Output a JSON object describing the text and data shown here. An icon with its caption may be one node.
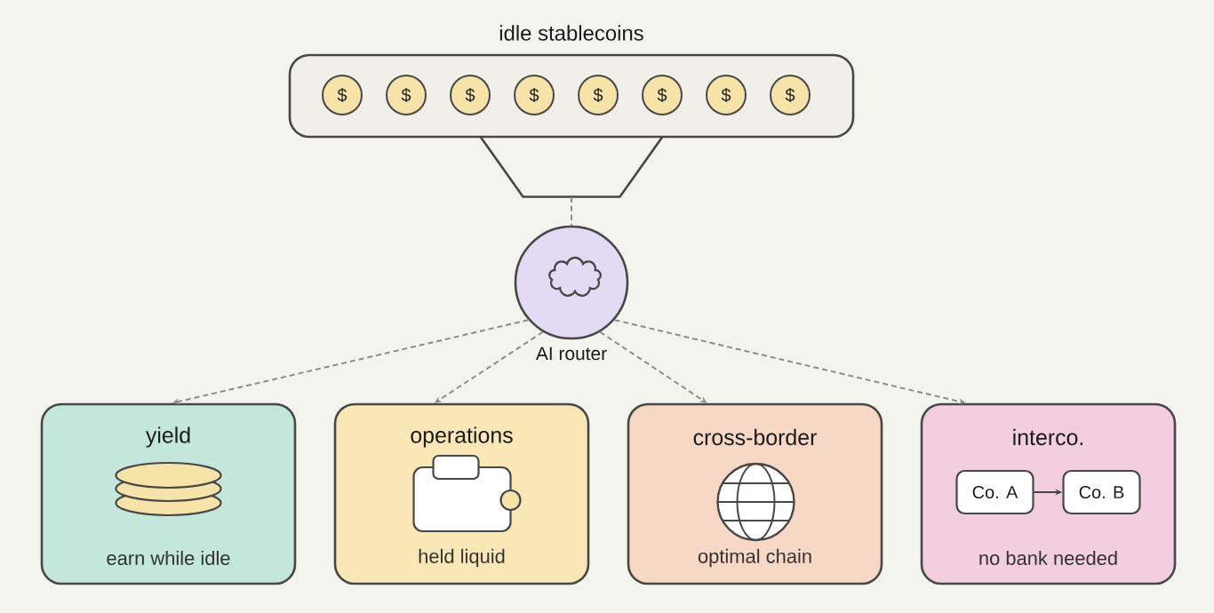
{
  "diagram": {
    "nodes": [
      {
        "text": [
          "idle stablecoins"
        ]
      },
      {
        "text": [
          "$"
        ],
        "in": 0
      },
      {
        "text": [
          "$"
        ],
        "in": 0
      },
      {
        "text": [
          "$"
        ],
        "in": 0
      },
      {
        "text": [
          "$"
        ],
        "in": 0
      },
      {
        "text": [
          "$"
        ],
        "in": 0
      },
      {
        "text": [
          "$"
        ],
        "in": 0
      },
      {
        "text": [
          "$"
        ],
        "in": 0
      },
      {
        "text": [
          "$"
        ],
        "in": 0
      },
      {
        "text": [],
        "shape": "funnel"
      },
      {
        "text": [
          "AI router"
        ]
      },
      {
        "text": [
          "yield",
          "earn while idle"
        ]
      },
      {
        "text": [
          "operations",
          "held liquid"
        ]
      },
      {
        "text": [
          "cross-border",
          "optimal chain"
        ]
      },
      {
        "text": [
          "interco.",
          "no bank needed"
        ]
      },
      {
        "text": [
          "Co. A"
        ],
        "in": 14
      },
      {
        "text": [
          "Co. B"
        ],
        "in": 14
      }
    ],
    "edges": [
      {
        "from": 9,
        "to": 10,
        "arrow": "none",
        "style": "dashed"
      },
      {
        "from": 10,
        "to": 11,
        "arrow": "to",
        "style": "dashed"
      },
      {
        "from": 10,
        "to": 12,
        "arrow": "to",
        "style": "dashed"
      },
      {
        "from": 10,
        "to": 13,
        "arrow": "to",
        "style": "dashed"
      },
      {
        "from": 10,
        "to": 14,
        "arrow": "to",
        "style": "dashed"
      },
      {
        "from": 15,
        "to": 16,
        "arrow": "to",
        "color": "#444444"
      }
    ]
  }
}
